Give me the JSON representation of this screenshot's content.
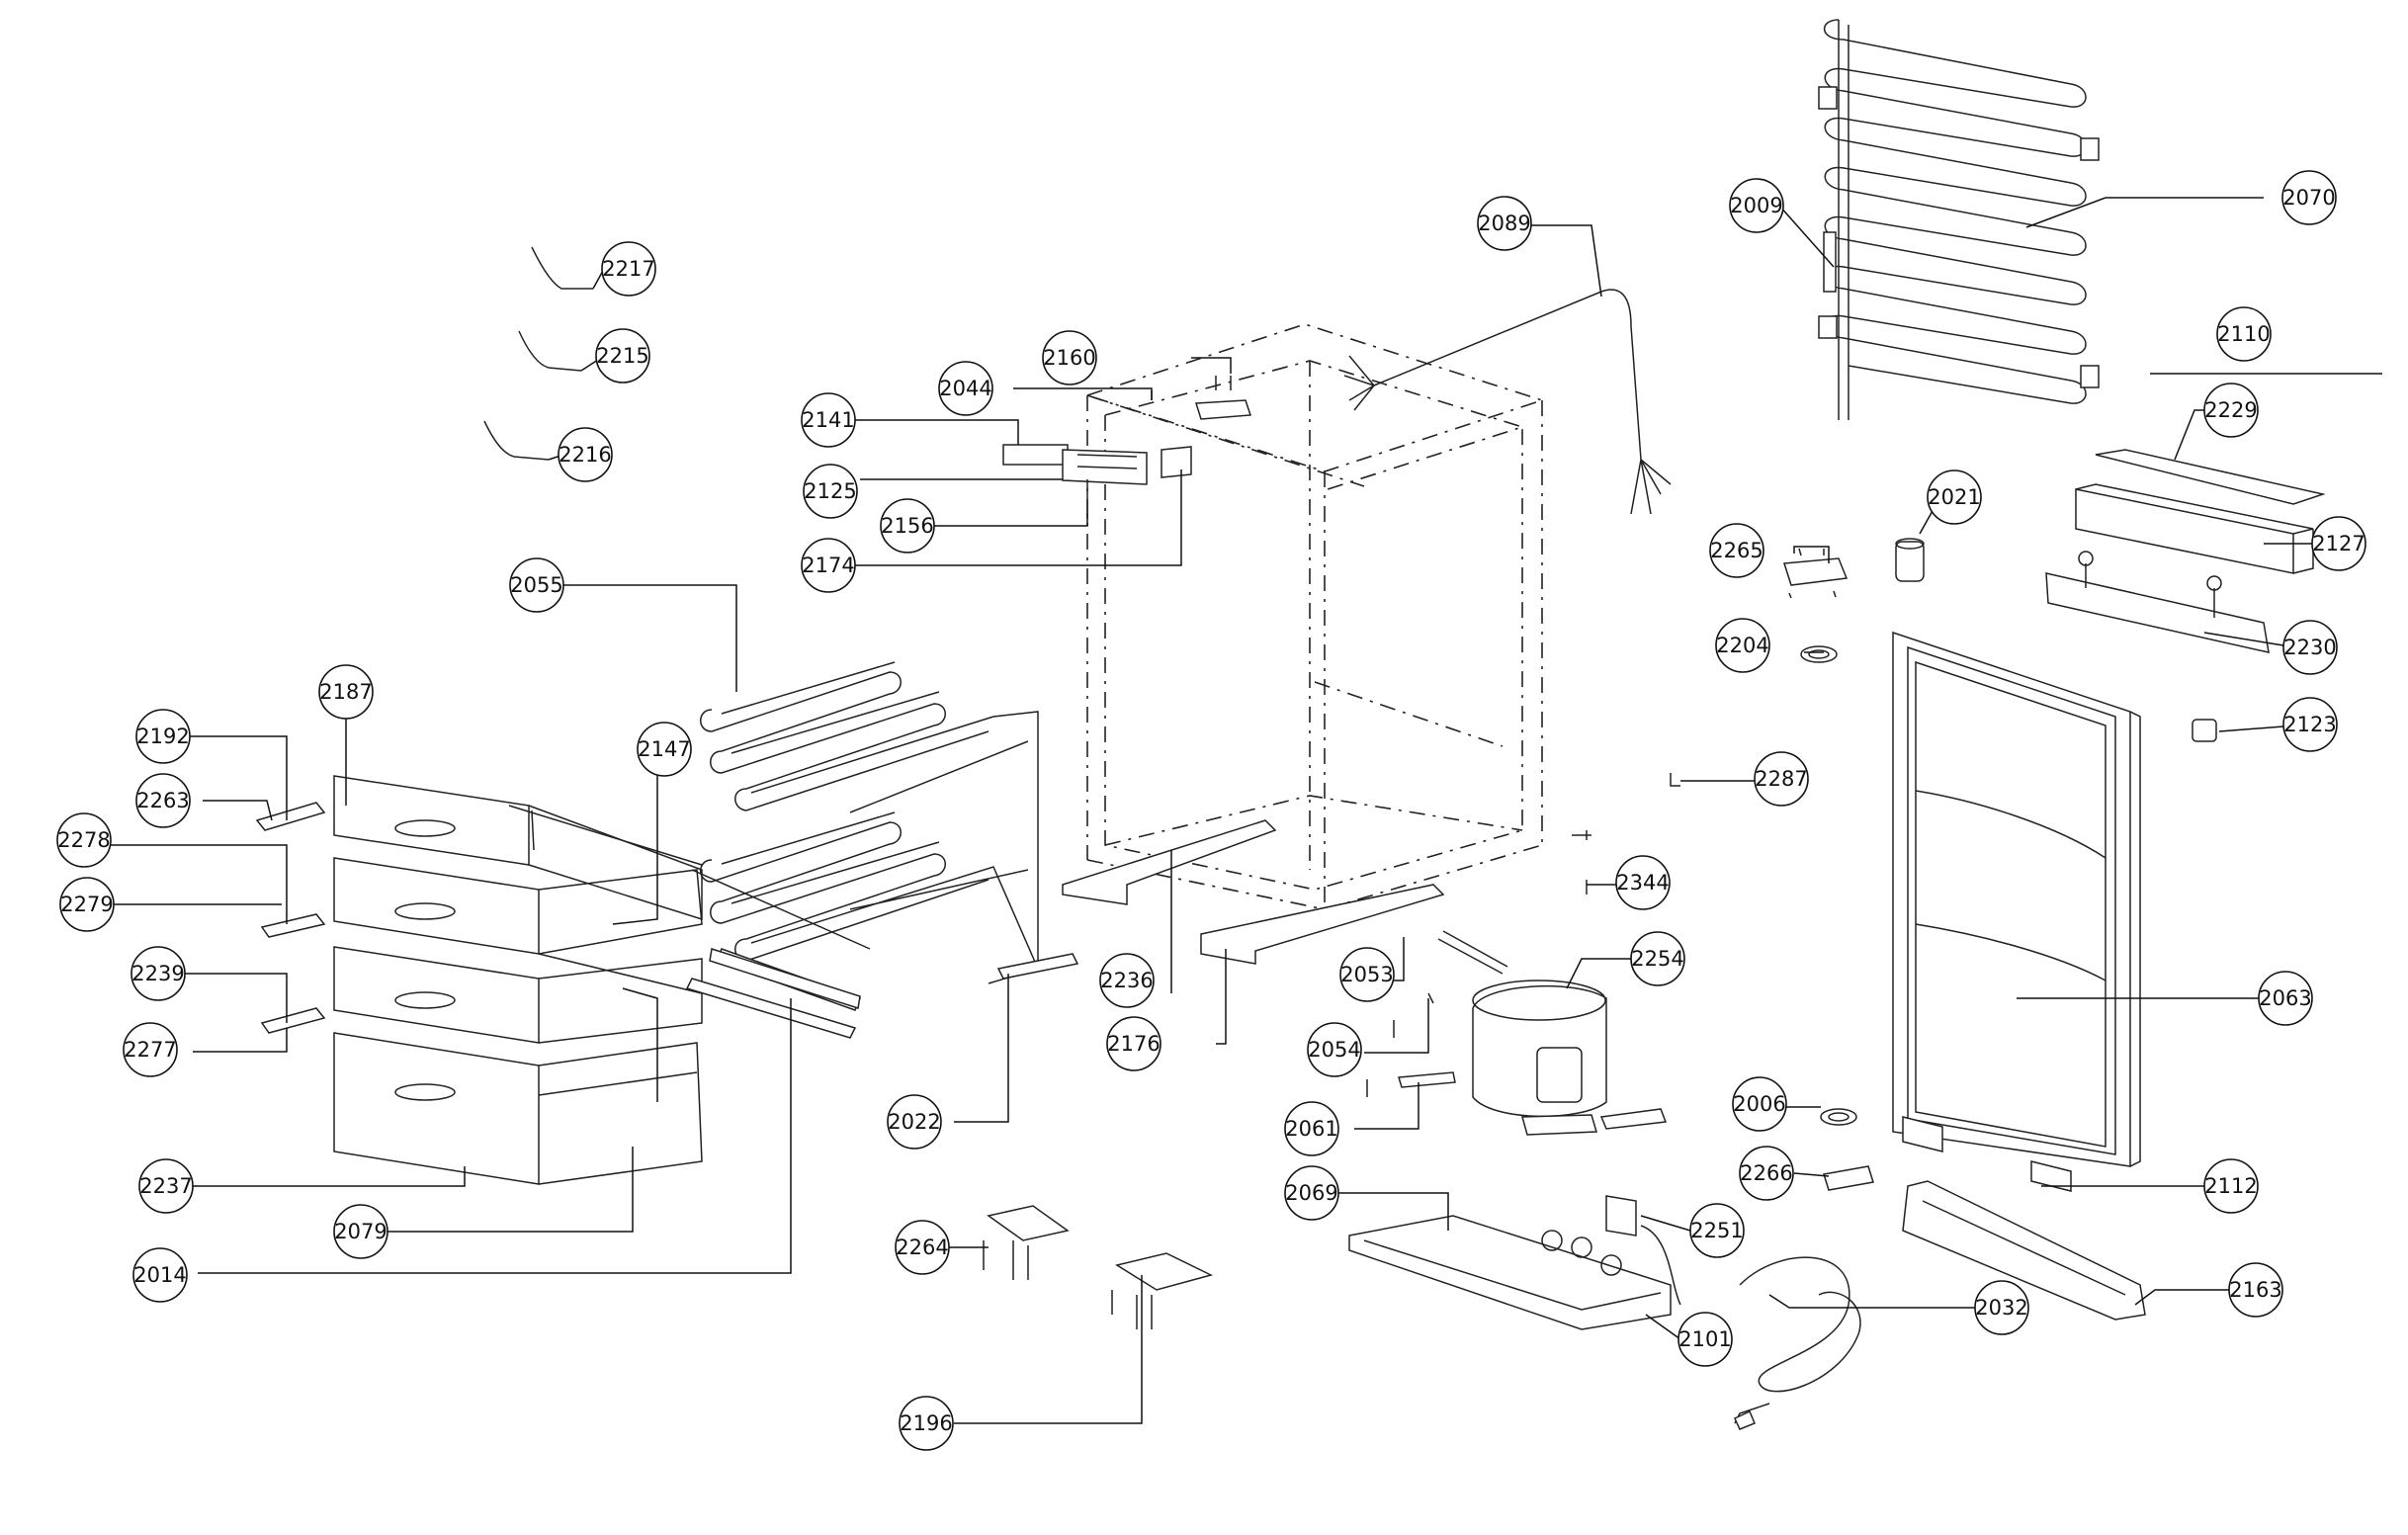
{
  "diagram": {
    "part_numbers": {
      "p2217": "2217",
      "p2215": "2215",
      "p2216": "2216",
      "p2089": "2089",
      "p2009": "2009",
      "p2070": "2070",
      "p2110": "2110",
      "p2229": "2229",
      "p2127": "2127",
      "p2230": "2230",
      "p2021": "2021",
      "p2265": "2265",
      "p2204": "2204",
      "p2123": "2123",
      "p2287": "2287",
      "p2344": "2344",
      "p2254": "2254",
      "p2063": "2063",
      "p2160": "2160",
      "p2044": "2044",
      "p2141": "2141",
      "p2125": "2125",
      "p2156": "2156",
      "p2174": "2174",
      "p2055": "2055",
      "p2187": "2187",
      "p2147": "2147",
      "p2192": "2192",
      "p2263": "2263",
      "p2278": "2278",
      "p2279": "2279",
      "p2239": "2239",
      "p2277": "2277",
      "p2237": "2237",
      "p2079": "2079",
      "p2014": "2014",
      "p2022": "2022",
      "p2236": "2236",
      "p2176": "2176",
      "p2053": "2053",
      "p2054": "2054",
      "p2061": "2061",
      "p2069": "2069",
      "p2006": "2006",
      "p2266": "2266",
      "p2112": "2112",
      "p2251": "2251",
      "p2101": "2101",
      "p2032": "2032",
      "p2163": "2163",
      "p2264": "2264",
      "p2196": "2196"
    }
  }
}
